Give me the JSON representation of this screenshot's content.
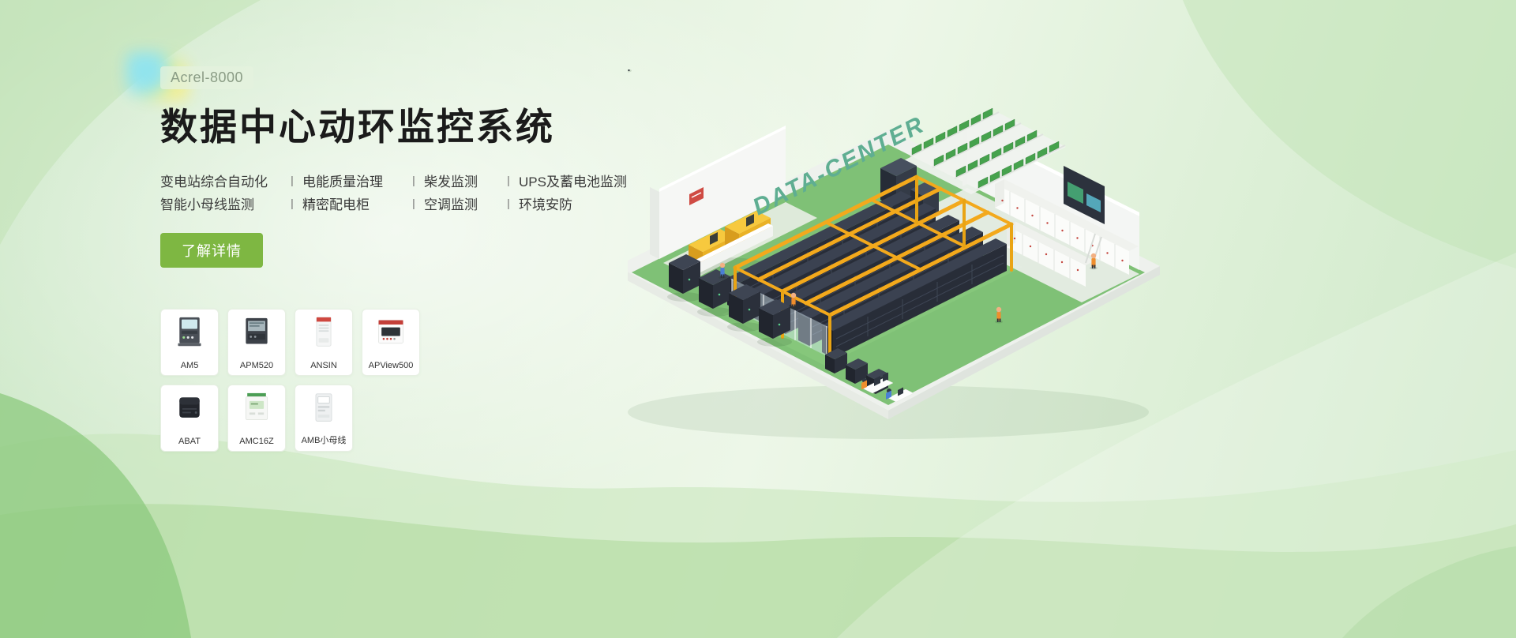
{
  "hero": {
    "badge": "Acrel-8000",
    "title": "数据中心动环监控系统",
    "feature_divider": "|",
    "features_row1": [
      "变电站综合自动化",
      "电能质量治理",
      "柴发监测",
      "UPS及蓄电池监测"
    ],
    "features_row2": [
      "智能小母线监测",
      "精密配电柜",
      "空调监测",
      "环境安防"
    ],
    "cta_label": "了解详情",
    "products": [
      {
        "name": "AM5"
      },
      {
        "name": "APM520"
      },
      {
        "name": "ANSIN"
      },
      {
        "name": "APView500"
      },
      {
        "name": "ABAT"
      },
      {
        "name": "AMC16Z"
      },
      {
        "name": "AMB小母线"
      }
    ],
    "illustration_label": "DATA-CENTER"
  },
  "colors": {
    "accent_green": "#7eb742",
    "badge_text": "#8a9c85",
    "title_text": "#1b1b1b",
    "floor_green": "#7fc176",
    "rack_dark": "#282d38",
    "frame_yellow": "#f3a91c",
    "illustration_label_color": "#5fae92"
  }
}
